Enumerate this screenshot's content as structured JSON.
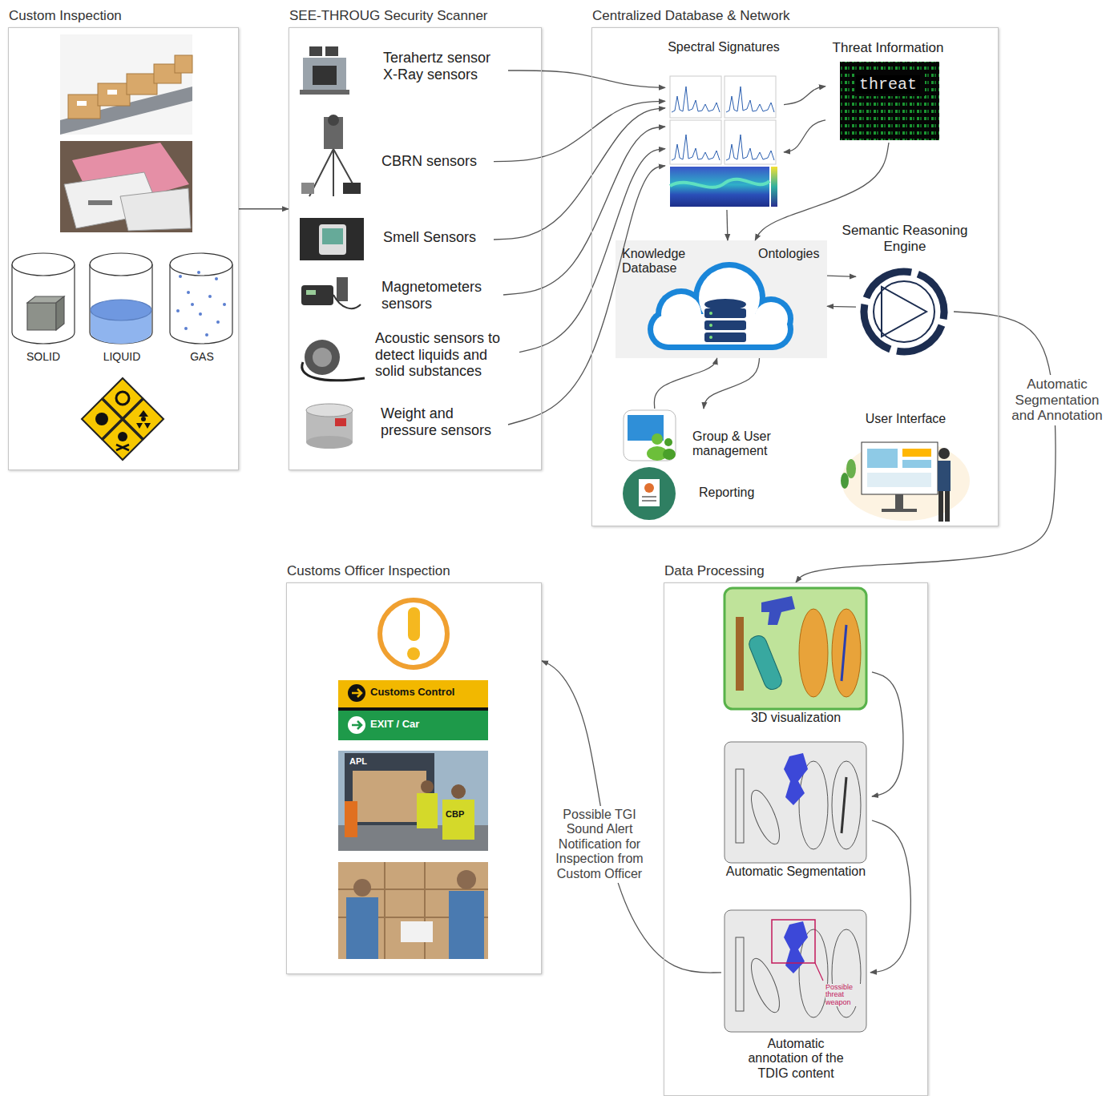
{
  "diagram": {
    "nodes": [
      {
        "text": [
          "Custom Inspection"
        ]
      },
      {
        "text": [
          "SEE-THROUG Security Scanner"
        ]
      },
      {
        "text": [
          "Terahertz sensor X-Ray sensors"
        ],
        "in": 1
      },
      {
        "text": [
          "CBRN sensors"
        ],
        "in": 1
      },
      {
        "text": [
          "Smell Sensors"
        ],
        "in": 1
      },
      {
        "text": [
          "Magnetometers sensors"
        ],
        "in": 1
      },
      {
        "text": [
          "Acoustic sensors to detect liquids and solid substances"
        ],
        "in": 1
      },
      {
        "text": [
          "Weight and pressure sensors"
        ],
        "in": 1
      },
      {
        "text": [
          "Centralized Database & Network"
        ]
      },
      {
        "text": [
          "Spectral Signatures"
        ],
        "in": 8
      },
      {
        "text": [
          "Threat Information",
          "threat"
        ],
        "in": 8
      },
      {
        "text": [
          "Knowledge Database",
          "Ontologies"
        ],
        "in": 8
      },
      {
        "text": [
          "Semantic Reasoning Engine"
        ],
        "in": 8
      },
      {
        "text": [
          "Group & User management"
        ],
        "in": 8
      },
      {
        "text": [
          "Reporting"
        ],
        "in": 8
      },
      {
        "text": [
          "User Interface"
        ],
        "in": 8
      },
      {
        "text": [
          "Customs Officer Inspection"
        ]
      },
      {
        "text": [
          "Data Processing"
        ]
      },
      {
        "text": [
          "3D visualization"
        ],
        "in": 17
      },
      {
        "text": [
          "Automatic Segmentation"
        ],
        "in": 17
      },
      {
        "text": [
          "Automatic annotation of the TDIG content",
          "Possible threat weapon"
        ],
        "in": 17
      }
    ],
    "edges": [
      {
        "from": 0,
        "to": 1,
        "arrow": "to"
      },
      {
        "from": 2,
        "to": 9,
        "arrow": "to"
      },
      {
        "from": 3,
        "to": 9,
        "arrow": "to"
      },
      {
        "from": 4,
        "to": 9,
        "arrow": "to"
      },
      {
        "from": 5,
        "to": 9,
        "arrow": "to"
      },
      {
        "from": 6,
        "to": 9,
        "arrow": "to"
      },
      {
        "from": 7,
        "to": 9,
        "arrow": "to"
      },
      {
        "from": 9,
        "to": 10,
        "arrow": "to"
      },
      {
        "from": 10,
        "to": 9,
        "arrow": "to"
      },
      {
        "from": 10,
        "to": 11,
        "arrow": "to"
      },
      {
        "from": 9,
        "to": 11,
        "arrow": "to"
      },
      {
        "from": 11,
        "to": 12,
        "arrow": "to"
      },
      {
        "from": 12,
        "to": 11,
        "arrow": "to"
      },
      {
        "from": 13,
        "to": 11,
        "arrow": "to"
      },
      {
        "from": 11,
        "to": 13,
        "arrow": "to"
      },
      {
        "from": 12,
        "to": 17,
        "label": "Automatic Segmentation and Annotation",
        "arrow": "to"
      },
      {
        "from": 18,
        "to": 19,
        "arrow": "to"
      },
      {
        "from": 19,
        "to": 20,
        "arrow": "to"
      },
      {
        "from": 20,
        "to": 16,
        "label": "Possible TGI Sound Alert Notification for Inspection from Custom Officer",
        "arrow": "to"
      }
    ],
    "labels": [
      "SOLID",
      "LIQUID",
      "GAS",
      "Customs Control",
      "EXIT / Car",
      "APL",
      "CBP"
    ]
  }
}
